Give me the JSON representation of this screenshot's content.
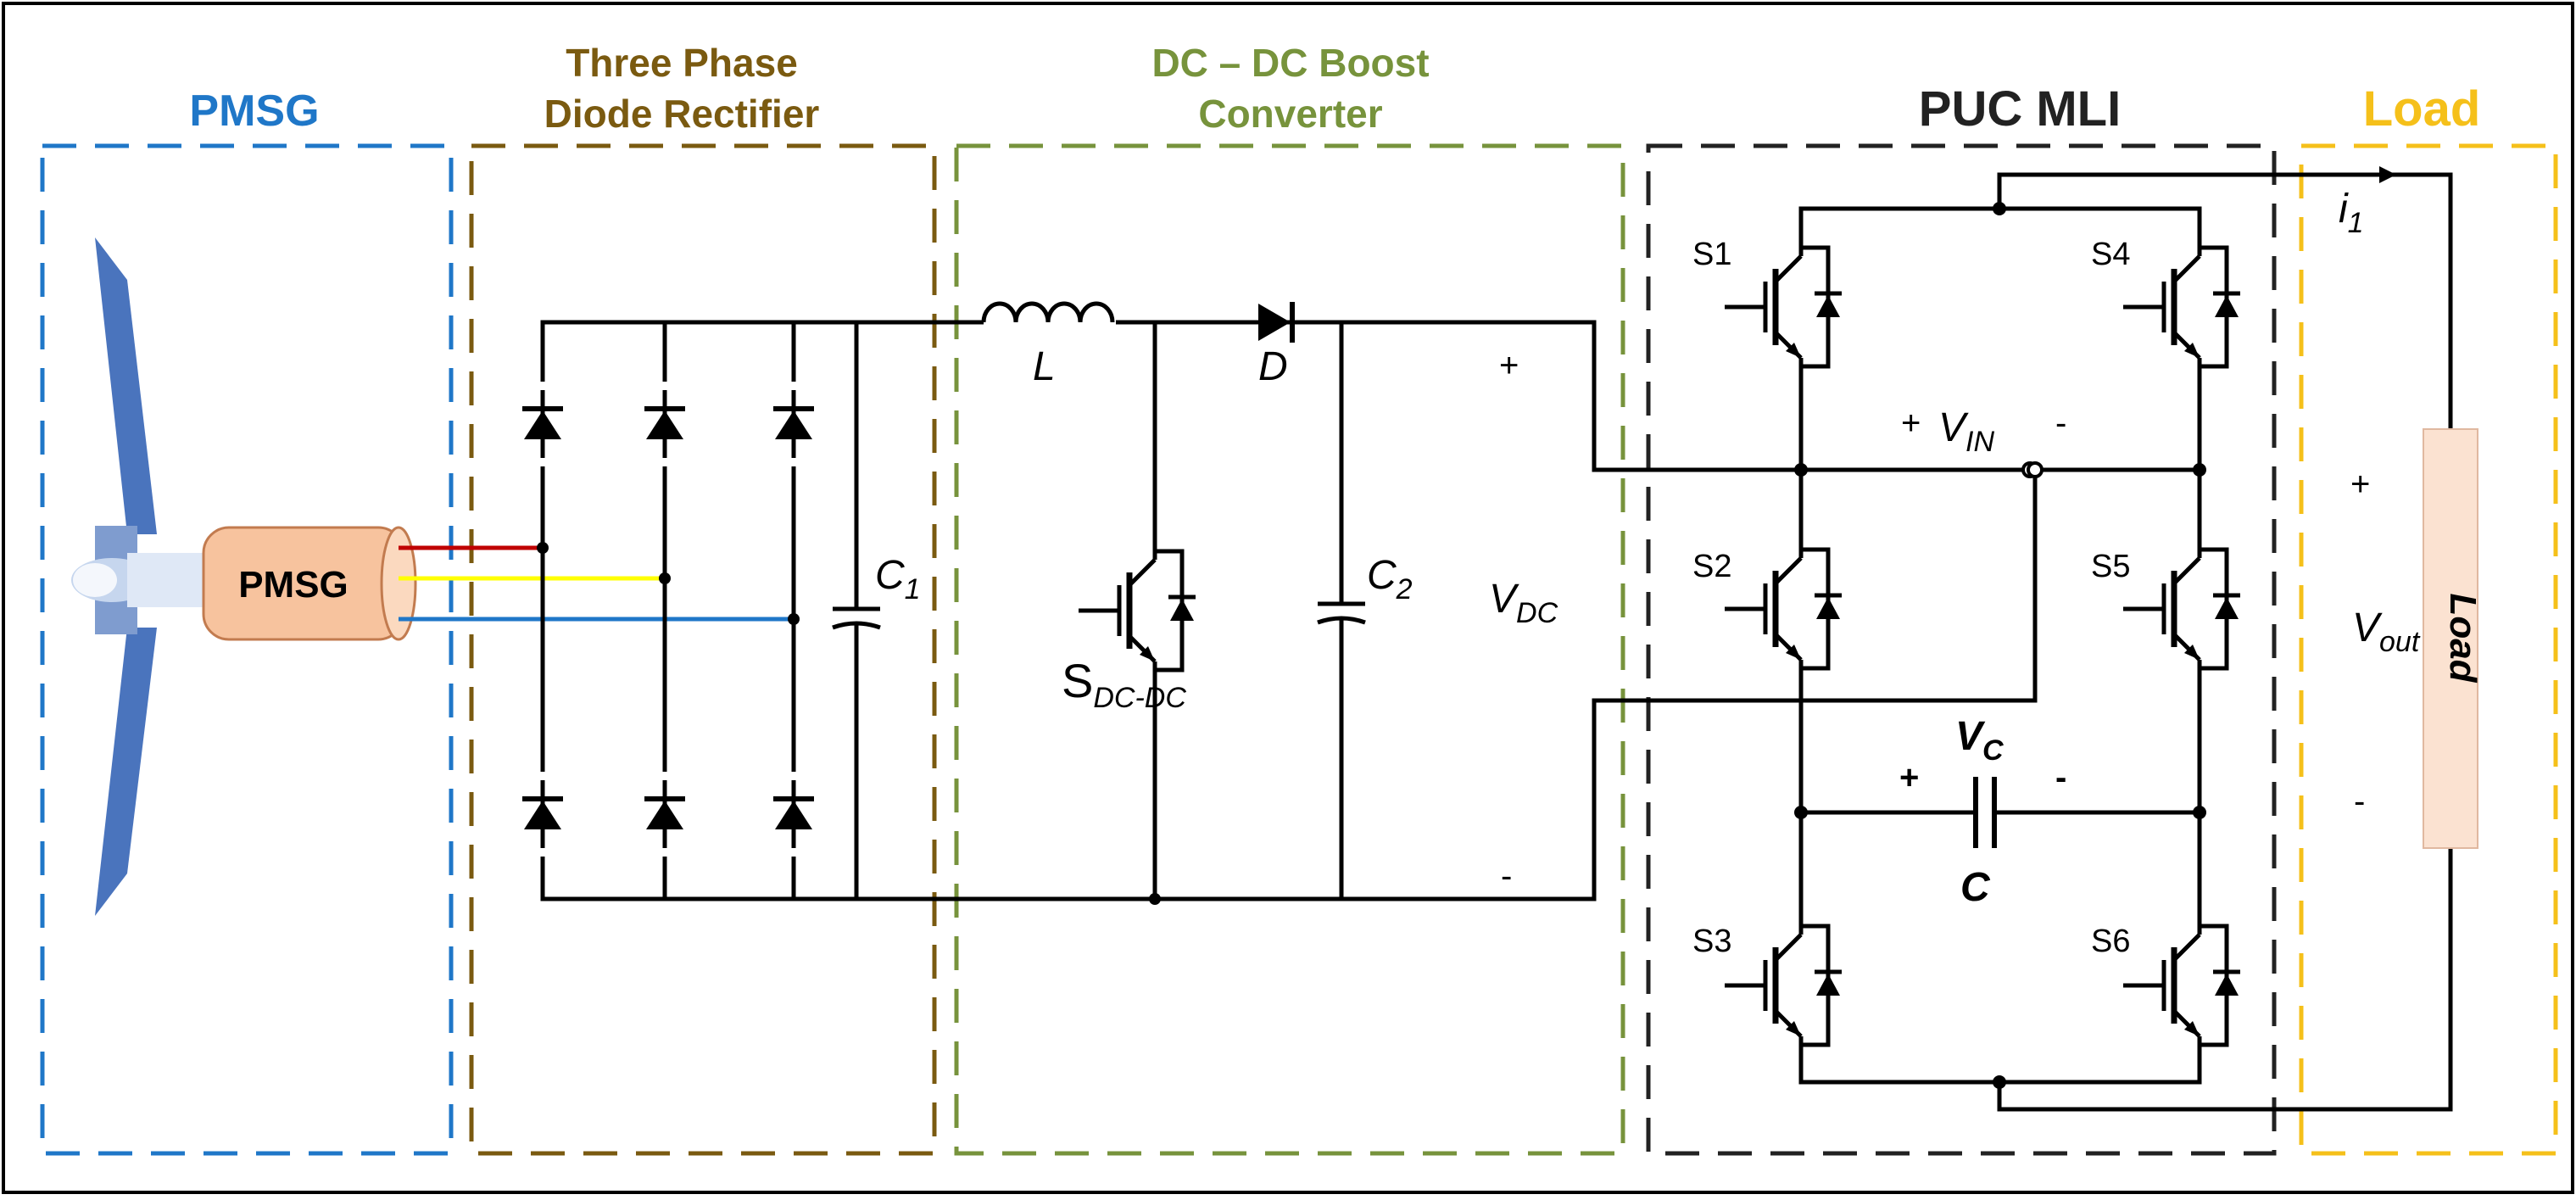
{
  "sections": {
    "pmsg": {
      "title": "PMSG",
      "color": "#1f77c8"
    },
    "rectifier": {
      "title_line1": "Three Phase",
      "title_line2": "Diode Rectifier",
      "color": "#7a5a10"
    },
    "boost": {
      "title_line1": "DC – DC Boost",
      "title_line2": "Converter",
      "color": "#77933c"
    },
    "mli": {
      "title": "PUC MLI",
      "color": "#222222"
    },
    "load": {
      "title": "Load",
      "color": "#f5c01a"
    }
  },
  "generator": {
    "label": "PMSG",
    "phase_colors": [
      "#c00000",
      "#ffff00",
      "#1f77c8"
    ]
  },
  "components": {
    "c1": {
      "main": "C",
      "sub": "1"
    },
    "inductor": "L",
    "diode": "D",
    "c2": {
      "main": "C",
      "sub": "2"
    },
    "boost_switch": {
      "main": "S",
      "sub": "DC-DC"
    },
    "vdc": {
      "main": "V",
      "sub": "DC"
    },
    "vdc_plus": "+",
    "vdc_minus": "-"
  },
  "mli": {
    "switches": [
      "S1",
      "S2",
      "S3",
      "S4",
      "S5",
      "S6"
    ],
    "vin": {
      "main": "V",
      "sub": "IN",
      "plus": "+",
      "minus": "-"
    },
    "vc": {
      "main": "V",
      "sub": "C",
      "plus": "+",
      "minus": "-"
    },
    "cap_label": "C"
  },
  "load": {
    "label": "Load",
    "current": {
      "main": "i",
      "sub": "1"
    },
    "vout": {
      "main": "V",
      "sub": "out"
    },
    "plus": "+",
    "minus": "-"
  }
}
